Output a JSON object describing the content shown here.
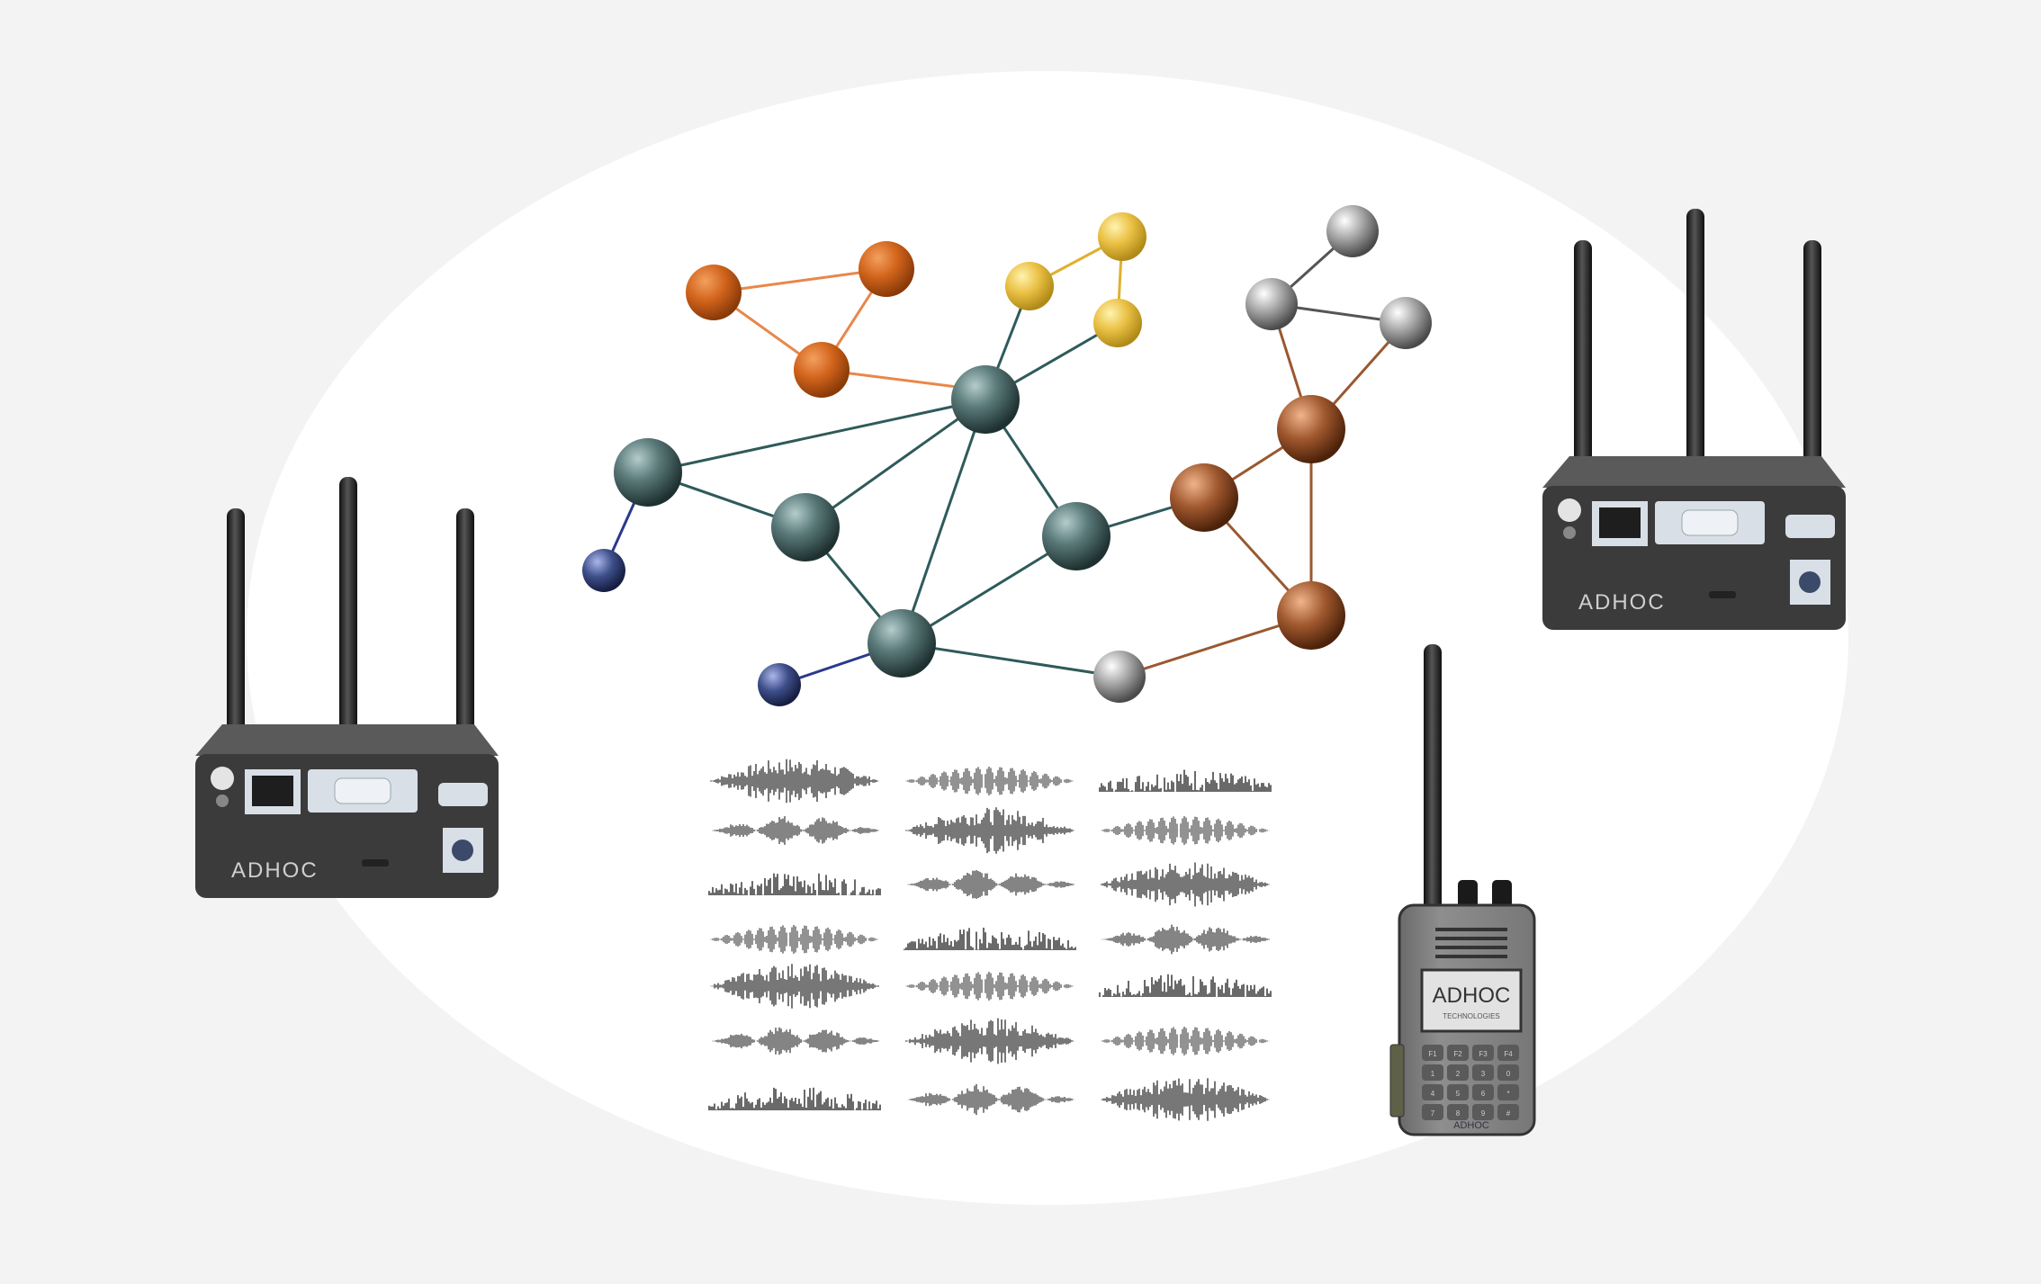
{
  "brand": {
    "logo": "ADHOC",
    "tagline": "TECHNOLOGIES"
  },
  "radio": {
    "screen_logo": "ADHOC",
    "screen_tagline": "TECHNOLOGIES",
    "bottom_logo": "ADHOC",
    "keys": [
      "F1",
      "F2",
      "F3",
      "F4",
      "1",
      "2",
      "3",
      "0",
      "4",
      "5",
      "6",
      "*",
      "7",
      "8",
      "9",
      "#"
    ]
  },
  "router_left": {
    "logo": "ADHOC"
  },
  "router_right": {
    "logo": "ADHOC"
  },
  "colors": {
    "background": "#f3f3f3",
    "ellipse": "#ffffff",
    "orange": "#d2641c",
    "yellow": "#e8c040",
    "silver": "#9a9a9a",
    "teal": "#4e6a6a",
    "blue": "#3e4f8a",
    "copper": "#a0582e"
  }
}
